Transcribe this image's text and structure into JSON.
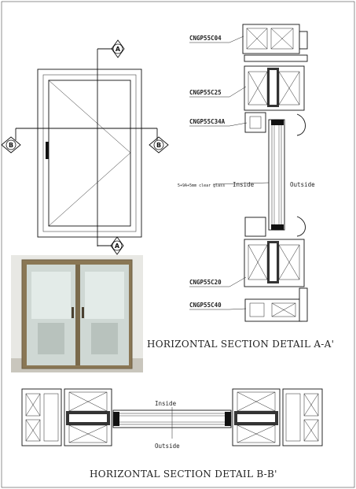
{
  "markers": {
    "a_top": "A",
    "a_bottom": "A",
    "b_left": "B",
    "b_right": "B"
  },
  "section_aa": {
    "labels": [
      "CNGP55C04",
      "CNGP55C25",
      "CNGP55C34A",
      "CNGP55C20",
      "CNGP55C40"
    ],
    "glass_note": "5+9A+5mm clear glass",
    "inside": "Inside",
    "outside": "Outside",
    "title": "HORIZONTAL SECTION DETAIL A-A'"
  },
  "section_bb": {
    "inside": "Inside",
    "outside": "Outside",
    "title": "HORIZONTAL SECTION DETAIL B-B'"
  },
  "colors": {
    "line": "#111111",
    "photo_frame": "#8a7755",
    "photo_wall": "#e9e9e6"
  }
}
